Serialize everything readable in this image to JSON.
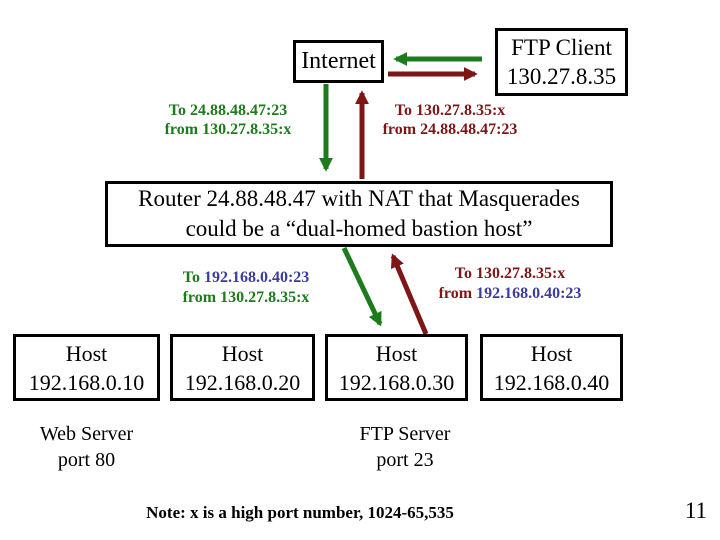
{
  "slide": {
    "note": "Note: x is a high port number, 1024-65,535",
    "page_number": "11"
  },
  "colors": {
    "outbound_green": "#1d7a1d",
    "inbound_dark_red": "#7d1717",
    "internal_ip_blue": "#3c3c9e",
    "box_border_black": "#000000",
    "background_white": "#ffffff"
  },
  "nodes": {
    "internet": {
      "label": "Internet"
    },
    "ftp_client": {
      "line1": "FTP Client",
      "line2": "130.27.8.35"
    },
    "router": {
      "line1": "Router 24.88.48.47 with NAT that Masquerades",
      "line2": "could be a “dual-homed bastion host”"
    },
    "hosts": [
      {
        "name": "Host",
        "ip": "192.168.0.10"
      },
      {
        "name": "Host",
        "ip": "192.168.0.20"
      },
      {
        "name": "Host",
        "ip": "192.168.0.30"
      },
      {
        "name": "Host",
        "ip": "192.168.0.40"
      }
    ]
  },
  "packet_labels": {
    "wan_outbound": {
      "line1": "To 24.88.48.47:23",
      "line2": "from 130.27.8.35:x"
    },
    "wan_inbound": {
      "line1": "To 130.27.8.35:x",
      "line2": "from 24.88.48.47:23"
    },
    "lan_outbound": {
      "line1_prefix": "To ",
      "line1_ip": "192.168.0.40:23",
      "line2": "from 130.27.8.35:x"
    },
    "lan_inbound": {
      "line1": "To 130.27.8.35:x",
      "line2_prefix": "from ",
      "line2_ip": "192.168.0.40:23"
    }
  },
  "services": {
    "web_server": {
      "line1": "Web Server",
      "line2": "port 80"
    },
    "ftp_server": {
      "line1": "FTP Server",
      "line2": "port 23"
    }
  }
}
